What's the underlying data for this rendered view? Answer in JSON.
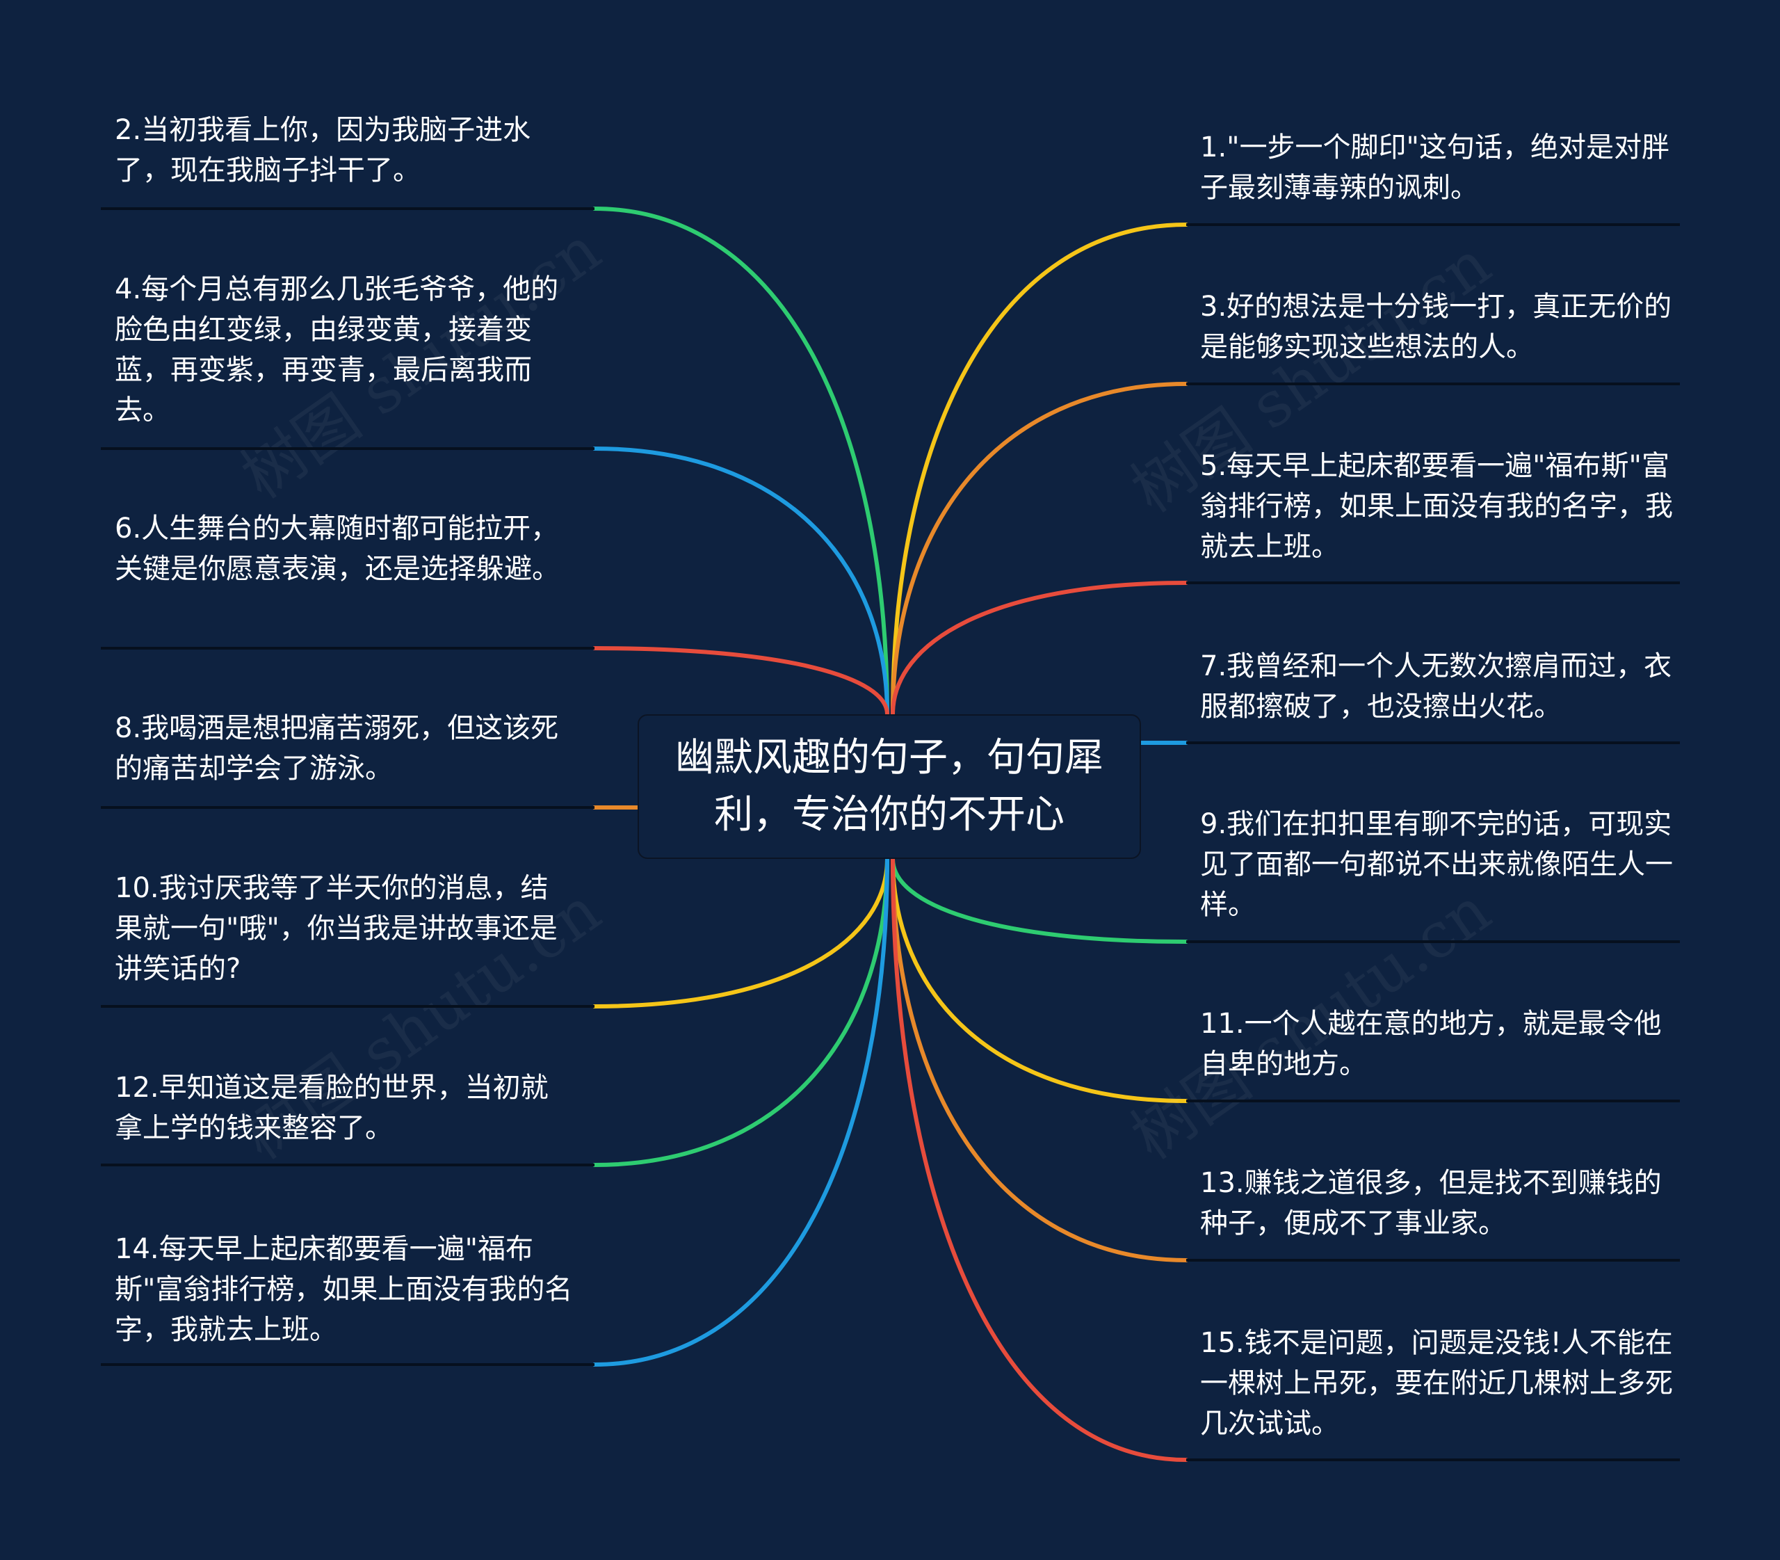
{
  "center": {
    "title": "幽默风趣的句子，句句犀利，专治你的不开心"
  },
  "watermark": "树图 shutu.cn",
  "colors": {
    "background": "#0e2240",
    "green": "#2ecc71",
    "yellow": "#f5c518",
    "orange": "#e8892a",
    "red": "#e74c3c",
    "blue": "#1e9be0"
  },
  "left_nodes": [
    {
      "text": "2.当初我看上你，因为我脑子进水了，现在我脑子抖干了。",
      "color": "green"
    },
    {
      "text": "4.每个月总有那么几张毛爷爷，他的脸色由红变绿，由绿变黄，接着变蓝，再变紫，再变青，最后离我而去。",
      "color": "blue"
    },
    {
      "text": "6.人生舞台的大幕随时都可能拉开，关键是你愿意表演，还是选择躲避。",
      "color": "red"
    },
    {
      "text": "8.我喝酒是想把痛苦溺死，但这该死的痛苦却学会了游泳。",
      "color": "orange"
    },
    {
      "text": "10.我讨厌我等了半天你的消息，结果就一句\"哦\"，你当我是讲故事还是讲笑话的?",
      "color": "yellow"
    },
    {
      "text": "12.早知道这是看脸的世界，当初就拿上学的钱来整容了。",
      "color": "green"
    },
    {
      "text": "14.每天早上起床都要看一遍\"福布斯\"富翁排行榜，如果上面没有我的名字，我就去上班。",
      "color": "blue"
    }
  ],
  "right_nodes": [
    {
      "text": "1.\"一步一个脚印\"这句话，绝对是对胖子最刻薄毒辣的讽刺。",
      "color": "yellow"
    },
    {
      "text": "3.好的想法是十分钱一打，真正无价的是能够实现这些想法的人。",
      "color": "orange"
    },
    {
      "text": "5.每天早上起床都要看一遍\"福布斯\"富翁排行榜，如果上面没有我的名字，我就去上班。",
      "color": "red"
    },
    {
      "text": "7.我曾经和一个人无数次擦肩而过，衣服都擦破了，也没擦出火花。",
      "color": "blue"
    },
    {
      "text": "9.我们在扣扣里有聊不完的话，可现实见了面都一句都说不出来就像陌生人一样。",
      "color": "green"
    },
    {
      "text": "11.一个人越在意的地方，就是最令他自卑的地方。",
      "color": "yellow"
    },
    {
      "text": "13.赚钱之道很多，但是找不到赚钱的种子，便成不了事业家。",
      "color": "orange"
    },
    {
      "text": "15.钱不是问题，问题是没钱!人不能在一棵树上吊死，要在附近几棵树上多死几次试试。",
      "color": "red"
    }
  ]
}
